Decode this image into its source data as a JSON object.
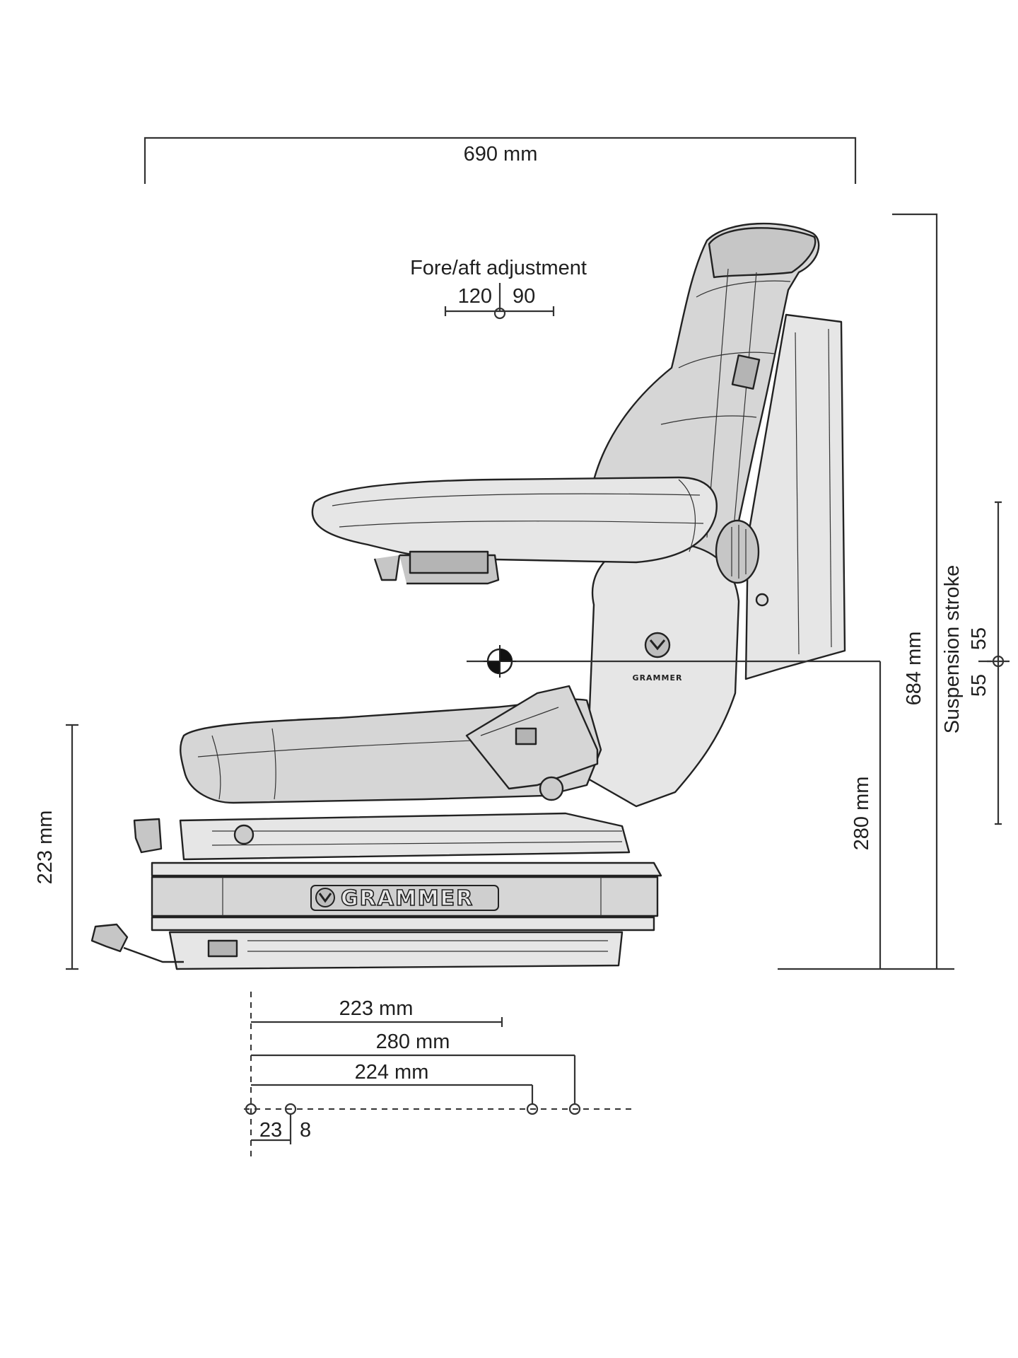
{
  "dimensions": {
    "overall_width": "690 mm",
    "overall_height": "684 mm",
    "seat_height_right": "280 mm",
    "seat_height_left": "223 mm",
    "fore_aft_title": "Fore/aft adjustment",
    "fore_aft_left": "120",
    "fore_aft_right": "90",
    "suspension_title": "Suspension stroke",
    "suspension_upper": "55",
    "suspension_lower": "55",
    "mount_spacing_1": "223 mm",
    "mount_spacing_2": "280 mm",
    "mount_spacing_3": "224 mm",
    "hole_offset_a": "23",
    "hole_offset_b": "8"
  },
  "brand": {
    "logo_text": "GRAMMER",
    "small_logo_text": "GRAMMER"
  }
}
